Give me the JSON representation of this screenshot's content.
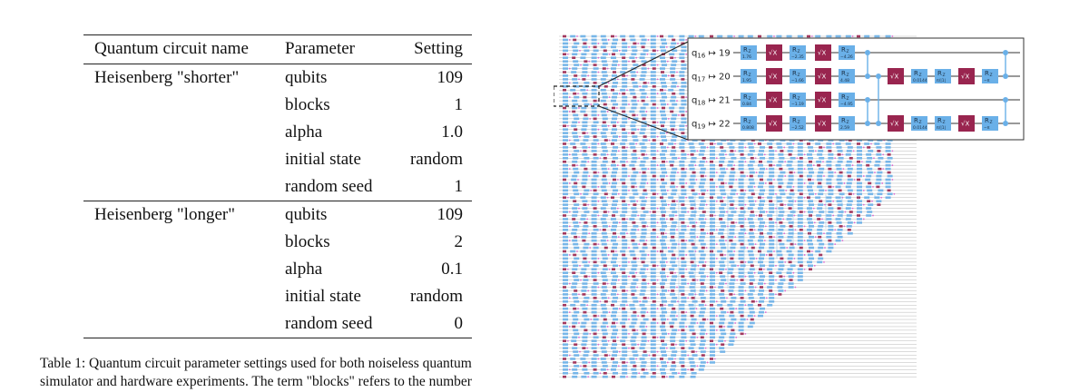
{
  "table": {
    "headers": [
      "Quantum circuit name",
      "Parameter",
      "Setting"
    ],
    "groups": [
      {
        "name": "Heisenberg \"shorter\"",
        "rows": [
          {
            "parameter": "qubits",
            "setting": "109"
          },
          {
            "parameter": "blocks",
            "setting": "1"
          },
          {
            "parameter": "alpha",
            "setting": "1.0"
          },
          {
            "parameter": "initial state",
            "setting": "random"
          },
          {
            "parameter": "random seed",
            "setting": "1"
          }
        ]
      },
      {
        "name": "Heisenberg \"longer\"",
        "rows": [
          {
            "parameter": "qubits",
            "setting": "109"
          },
          {
            "parameter": "blocks",
            "setting": "2"
          },
          {
            "parameter": "alpha",
            "setting": "0.1"
          },
          {
            "parameter": "initial state",
            "setting": "random"
          },
          {
            "parameter": "random seed",
            "setting": "0"
          }
        ]
      }
    ]
  },
  "caption": {
    "line1": "Table 1: Quantum circuit parameter settings used for both noiseless quantum",
    "line2": "simulator and hardware experiments. The term \"blocks\" refers to the number"
  },
  "circuit": {
    "colors": {
      "rz": "#6ab0e8",
      "sx": "#99254f",
      "wire": "#333333",
      "cz": "#6ab0e8",
      "qubit_dot": "#d96ad0"
    },
    "inset_qubits": [
      {
        "label": "q",
        "index": "16",
        "arrow": "↦",
        "physical": "19",
        "params": [
          "1.76",
          "−2.35",
          "−4.26"
        ],
        "second_block": false
      },
      {
        "label": "q",
        "index": "17",
        "arrow": "↦",
        "physical": "20",
        "params": [
          "1.95",
          "−1.66",
          "4.48"
        ],
        "second_block": true,
        "params2": [
          "0.0144",
          "π/|1|",
          "−π"
        ]
      },
      {
        "label": "q",
        "index": "18",
        "arrow": "↦",
        "physical": "21",
        "params": [
          "0.84",
          "−1.19",
          "−4.95"
        ],
        "second_block": false
      },
      {
        "label": "q",
        "index": "19",
        "arrow": "↦",
        "physical": "22",
        "params": [
          "0.808",
          "−2.52",
          "2.59"
        ],
        "second_block": true,
        "params2": [
          "0.0144",
          "π/|1|",
          "−π"
        ]
      }
    ],
    "gate_names": {
      "rz": "R",
      "rz_sub": "Z",
      "sx": "√X"
    }
  }
}
